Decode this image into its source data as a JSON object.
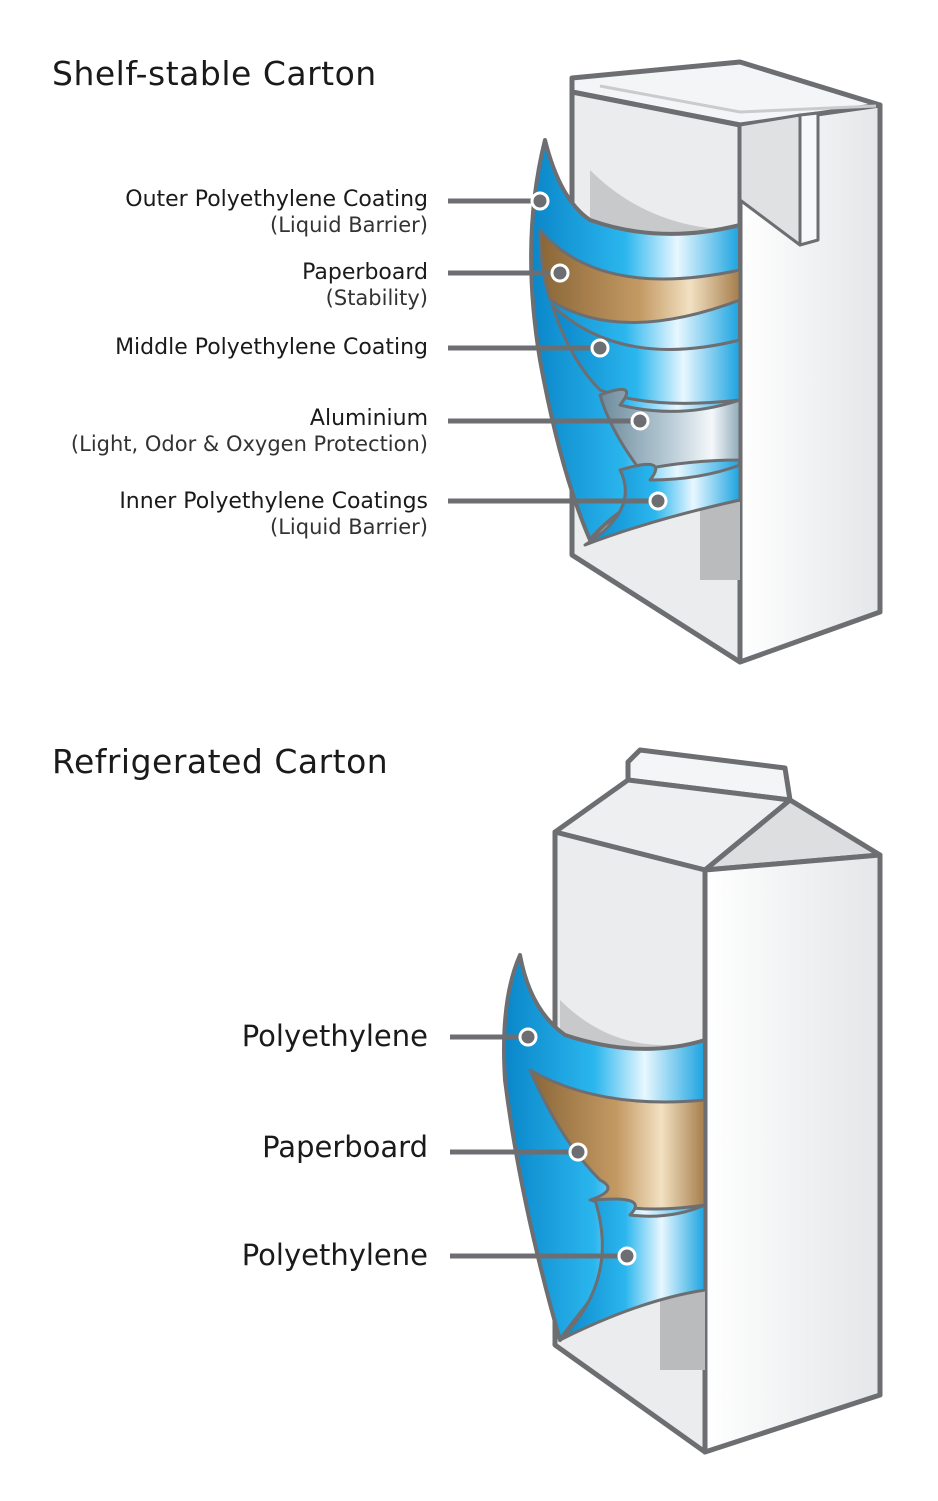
{
  "shelf_stable": {
    "title": "Shelf-stable Carton",
    "layers": [
      {
        "name": "Outer Polyethylene Coating",
        "note": "(Liquid Barrier)"
      },
      {
        "name": "Paperboard",
        "note": "(Stability)"
      },
      {
        "name": "Middle Polyethylene Coating",
        "note": ""
      },
      {
        "name": "Aluminium",
        "note": "(Light, Odor & Oxygen Protection)"
      },
      {
        "name": "Inner Polyethylene Coatings",
        "note": "(Liquid Barrier)"
      }
    ]
  },
  "refrigerated": {
    "title": "Refrigerated Carton",
    "layers": [
      {
        "name": "Polyethylene"
      },
      {
        "name": "Paperboard"
      },
      {
        "name": "Polyethylene"
      }
    ]
  },
  "colors": {
    "outline": "#6d6e71",
    "carton_light": "#f2f3f4",
    "carton_shade": "#d5d7d9",
    "polyethylene": "#1aa3e0",
    "paperboard": "#b08a5c",
    "aluminium": "#8fa9b8"
  }
}
